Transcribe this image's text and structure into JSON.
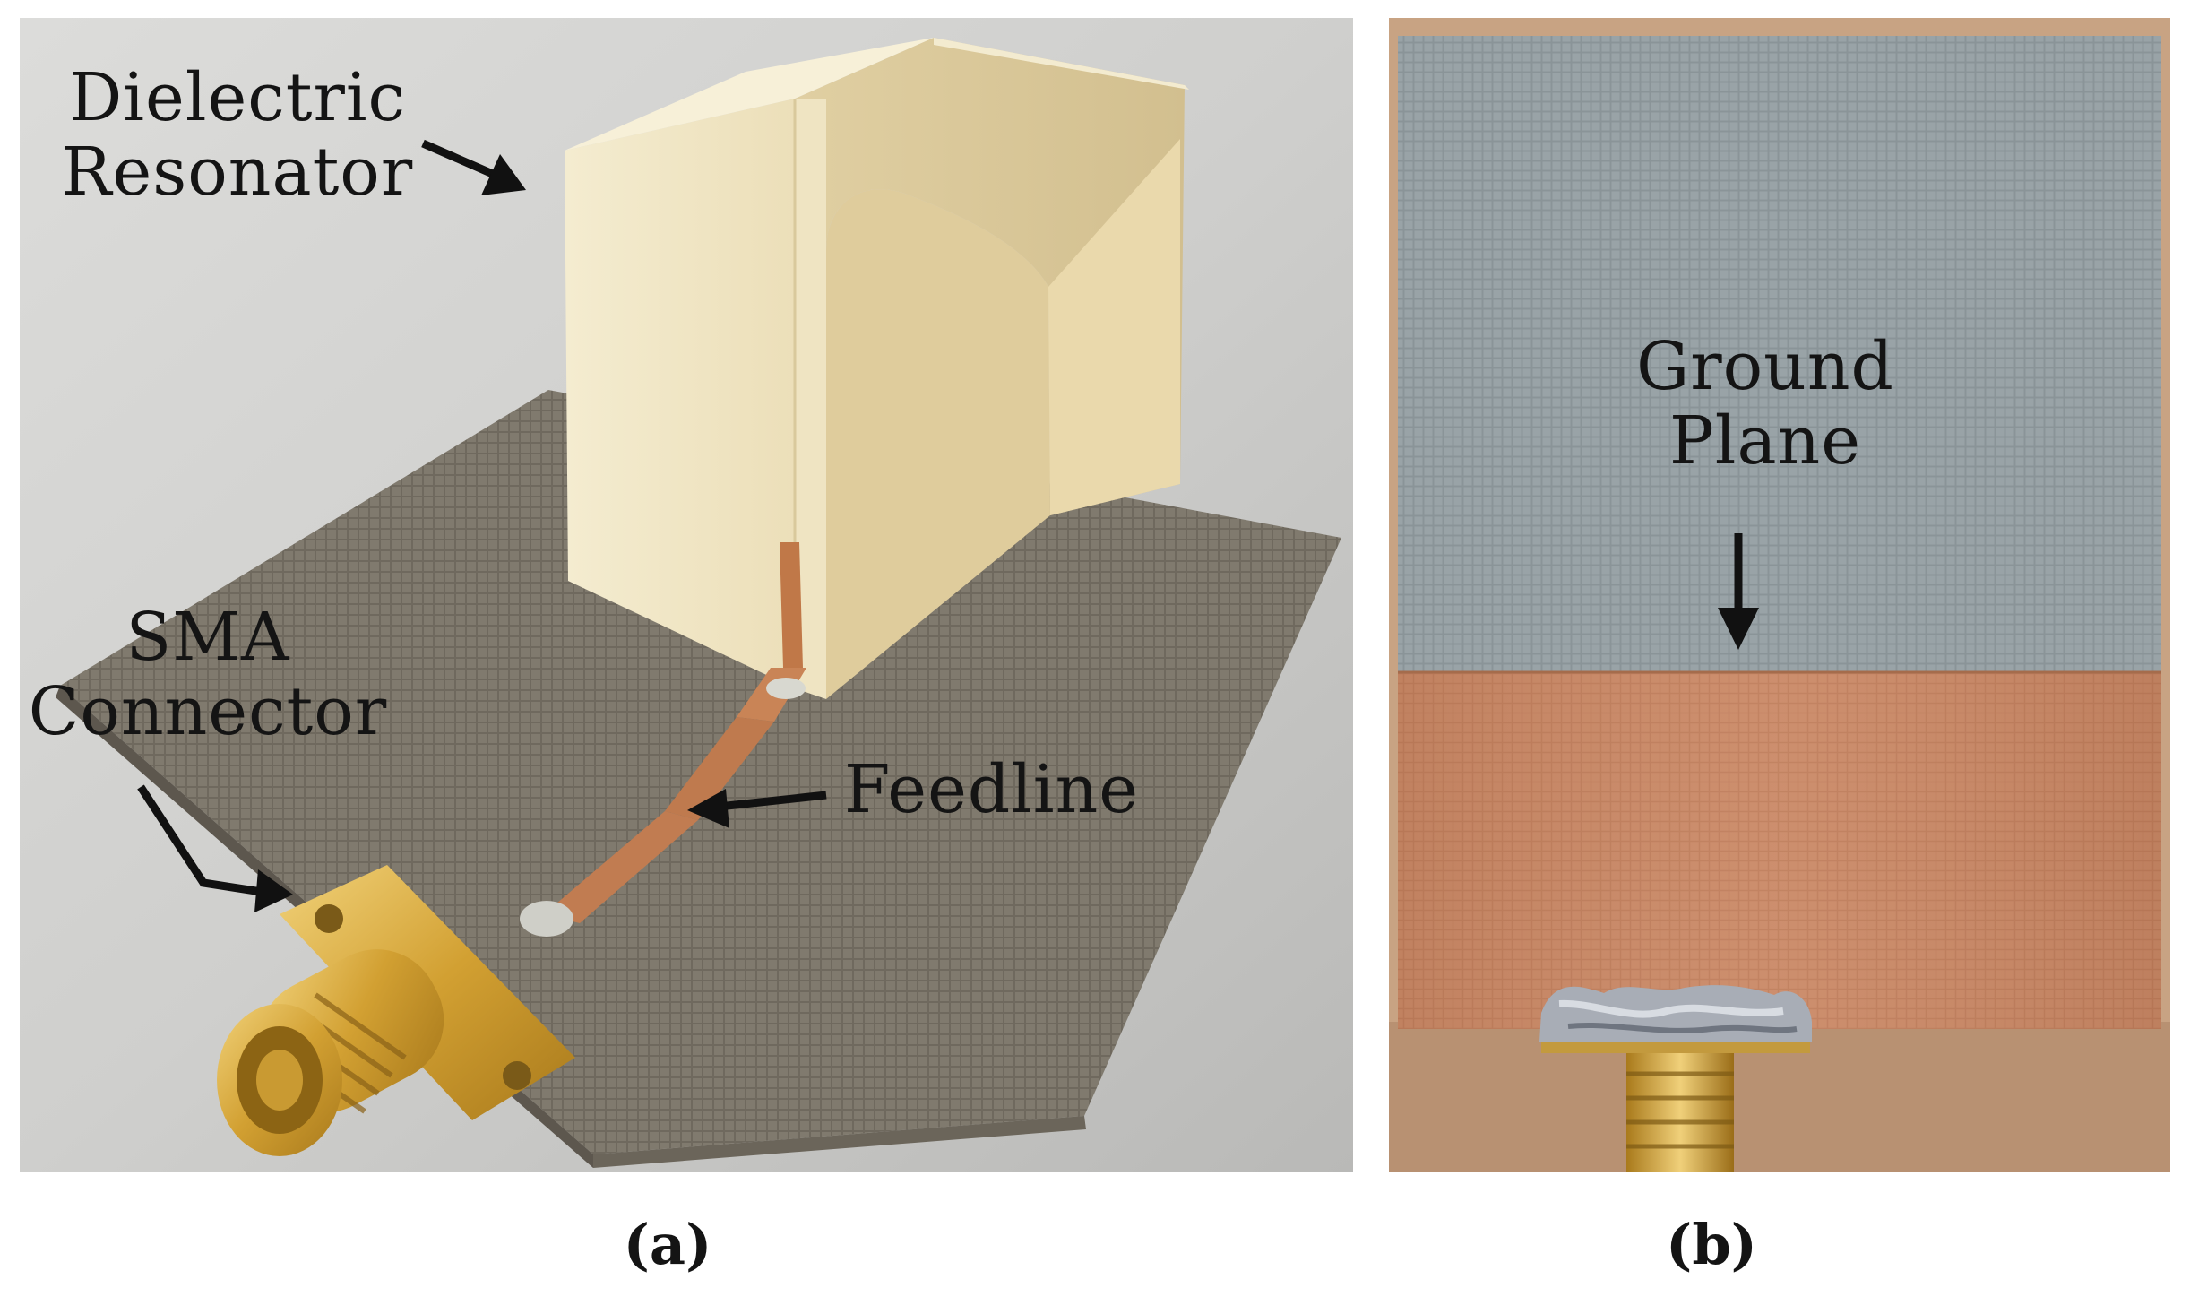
{
  "panel_a": {
    "labels": {
      "dielectric_resonator": [
        "Dielectric",
        "Resonator"
      ],
      "sma_connector": [
        "SMA",
        "Connector"
      ],
      "feedline": "Feedline"
    },
    "caption": "(a)"
  },
  "panel_b": {
    "labels": {
      "ground_plane": [
        "Ground",
        "Plane"
      ]
    },
    "caption": "(b)"
  },
  "colors": {
    "background": "#ffffff",
    "substrate_top": "#7f776c",
    "resonator": "#eee2bd",
    "copper": "#c4835f",
    "gold": "#d7a93b",
    "panel_b_substrate": "#97a1a5",
    "table_wood": "#c9a482"
  }
}
